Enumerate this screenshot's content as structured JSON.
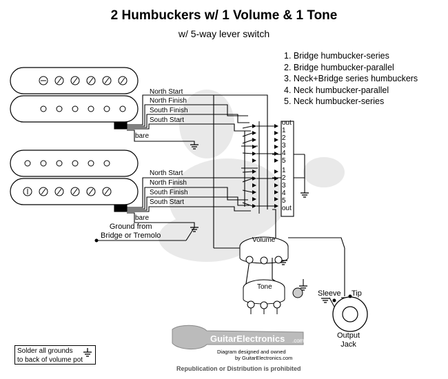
{
  "title": "2 Humbuckers w/ 1 Volume & 1 Tone",
  "subtitle": "w/ 5-way lever switch",
  "legend": [
    "1. Bridge humbucker-series",
    "2. Bridge humbucker-parallel",
    "3. Neck+Bridge series humbuckers",
    "4. Neck humbucker-parallel",
    "5. Neck humbucker-series"
  ],
  "neck_pickup_wires": [
    "North Start",
    "North Finish",
    "South Finish",
    "South Start",
    "bare"
  ],
  "bridge_pickup_wires": [
    "North Start",
    "North Finish",
    "South Finish",
    "South Start",
    "bare"
  ],
  "switch": {
    "upper_labels": [
      "out",
      "1",
      "2",
      "3",
      "4",
      "5"
    ],
    "lower_labels": [
      "1",
      "2",
      "3",
      "4",
      "5",
      "out"
    ]
  },
  "ground_from": "Ground from\nBridge or Tremolo",
  "volume_label": "Volume",
  "tone_label": "Tone",
  "jack": {
    "sleeve": "Sleeve",
    "tip": "Tip",
    "name": "Output\nJack"
  },
  "note": "Solder all grounds\nto back of volume pot",
  "brand": {
    "name": "GuitarElectronics",
    "suffix": ".com",
    "credit1": "Diagram designed and owned",
    "credit2": "by GuitarElectronics.com",
    "notice": "Republication or Distribution is prohibited"
  },
  "colors": {
    "wire": "#000000",
    "watermark": "#e6e6e6",
    "notice": "#555555"
  }
}
